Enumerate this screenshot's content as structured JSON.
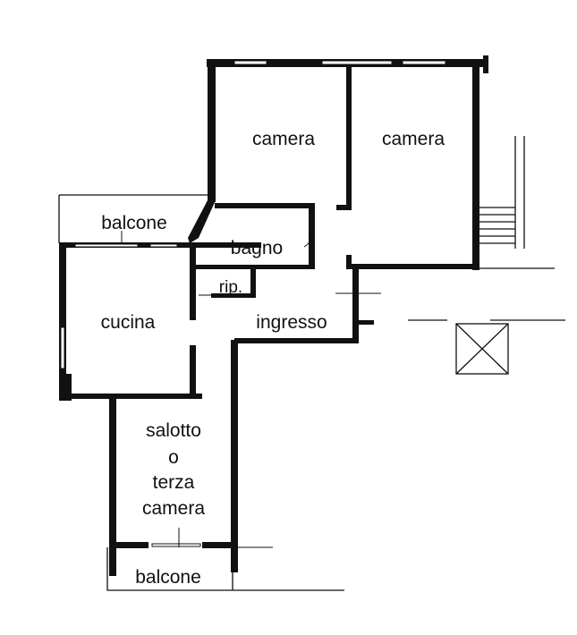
{
  "floorplan": {
    "rooms": [
      {
        "id": "camera-1",
        "label": "camera"
      },
      {
        "id": "camera-2",
        "label": "camera"
      },
      {
        "id": "balcone-top",
        "label": "balcone"
      },
      {
        "id": "bagno",
        "label": "bagno"
      },
      {
        "id": "rip",
        "label": "rip."
      },
      {
        "id": "cucina",
        "label": "cucina"
      },
      {
        "id": "ingresso",
        "label": "ingresso"
      },
      {
        "id": "salotto",
        "label_lines": [
          "salotto",
          "o",
          "terza",
          "camera"
        ]
      },
      {
        "id": "balcone-bottom",
        "label": "balcone"
      }
    ]
  }
}
